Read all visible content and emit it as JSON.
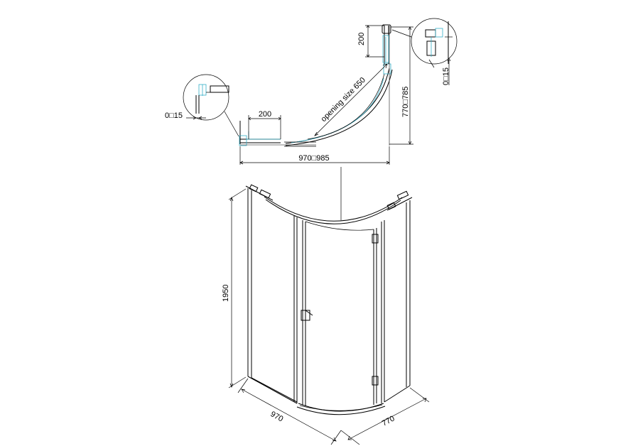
{
  "plan_view": {
    "left_detail_dim": "0□15",
    "left_fixed_width": "200",
    "opening_size": "opening size 650",
    "right_fixed_width": "200",
    "depth_range": "770□785",
    "right_detail_dim": "0□15",
    "width_range": "970□985"
  },
  "perspective_view": {
    "height": "1950",
    "width": "970",
    "depth": "770"
  },
  "colors": {
    "line": "#000000",
    "detail_line": "#36b0c8",
    "grey_line": "#555555"
  }
}
